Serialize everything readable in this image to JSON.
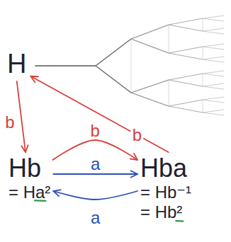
{
  "diagram": {
    "nodes": [
      {
        "text": [
          "H"
        ]
      },
      {
        "text": [
          "Hb",
          "= Ha²"
        ]
      },
      {
        "text": [
          "Hba",
          "= Hb⁻¹",
          "= Hb²"
        ]
      }
    ],
    "edges": [
      {
        "from": 0,
        "to": 1,
        "arrow": "to",
        "label": "b"
      },
      {
        "from": 2,
        "to": 0,
        "arrow": "to",
        "label": "b"
      },
      {
        "from": 1,
        "to": 2,
        "arrow": "to",
        "label": "b"
      },
      {
        "from": 1,
        "to": 2,
        "arrow": "to",
        "label": "a"
      },
      {
        "from": 2,
        "to": 1,
        "arrow": "to",
        "label": "a"
      }
    ]
  }
}
